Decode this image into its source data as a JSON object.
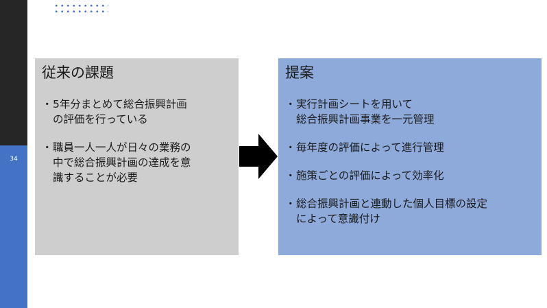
{
  "page": {
    "number": "34"
  },
  "left_panel": {
    "title": "従来の課題",
    "bullet_symbol": "・",
    "bullets": [
      "5年分まとめて総合振興計画\nの評価を行っている",
      "職員一人一人が日々の業務の\n中で総合振興計画の達成を意\n識することが必要"
    ]
  },
  "right_panel": {
    "title": "提案",
    "bullet_symbol": "・",
    "bullets": [
      "実行計画シートを用いて\n総合振興計画事業を一元管理",
      "毎年度の評価によって進行管理",
      "施策ごとの評価によって効率化",
      "総合振興計画と連動した個人目標の設定\nによって意識付け"
    ]
  },
  "colors": {
    "sidebar_dark": "#262626",
    "sidebar_accent": "#4472c4",
    "left_panel_bg": "#cfcecf",
    "right_panel_bg": "#8eaadb",
    "arrow": "#000000"
  },
  "icons": {
    "arrow": "right-arrow-icon",
    "dots": "dot-grid-decoration"
  }
}
